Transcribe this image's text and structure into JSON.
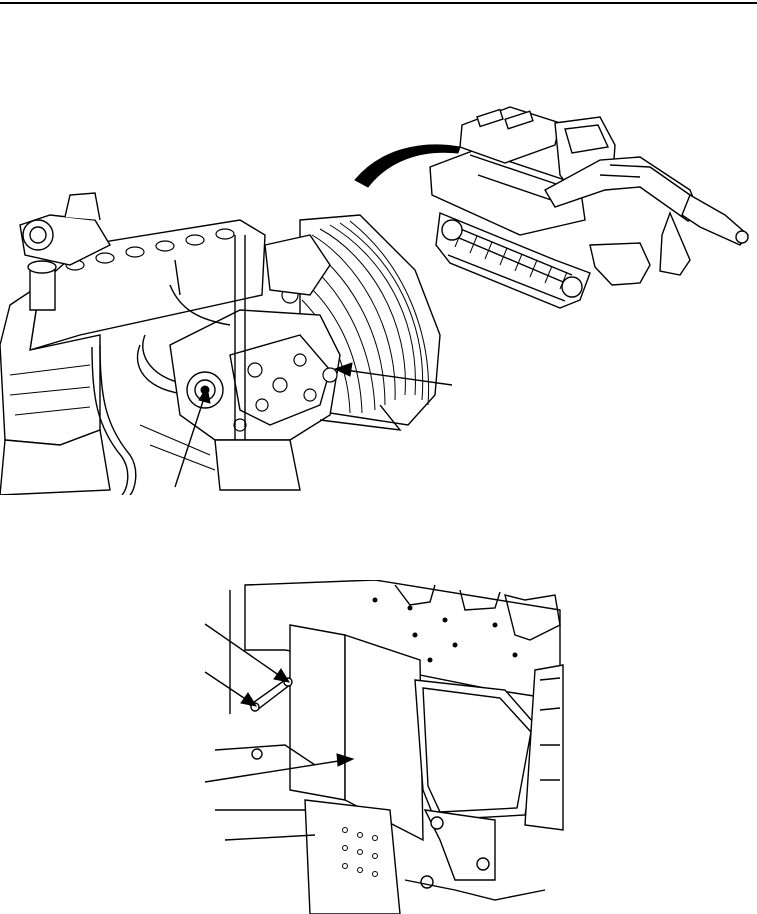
{
  "figures": [
    {
      "id": "engine-pump-illustration",
      "icon": "engine-hydraulic-pump-drawing"
    },
    {
      "id": "excavator-locator",
      "icon": "excavator-icon"
    },
    {
      "id": "access-panel-illustration",
      "icon": "access-panel-drawing"
    }
  ],
  "colors": {
    "line": "#000000",
    "paper": "#ffffff"
  }
}
